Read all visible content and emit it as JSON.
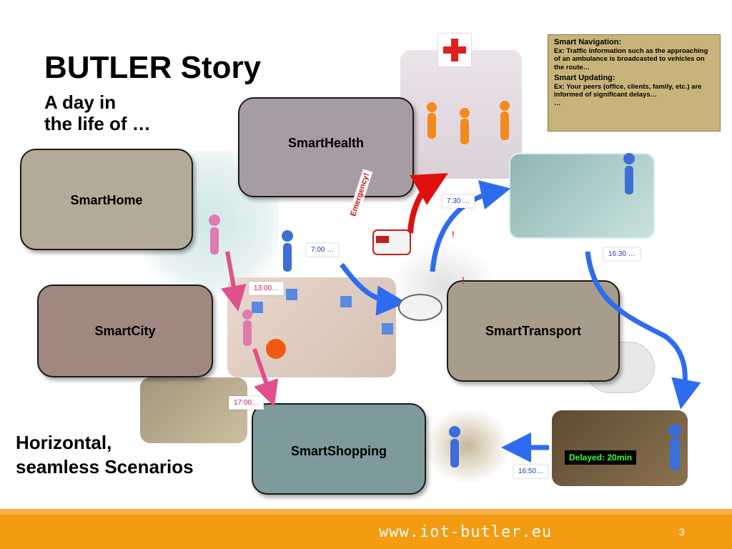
{
  "slide": {
    "title": "BUTLER Story",
    "subtitle_line1": "A day in",
    "subtitle_line2": "the life of …",
    "scenarios_line1": "Horizontal,",
    "scenarios_line2": "seamless Scenarios",
    "page_number": "3",
    "url": "www.iot-butler.eu"
  },
  "domains": {
    "health": "SmartHealth",
    "home": "SmartHome",
    "city": "SmartCity",
    "transport": "SmartTransport",
    "shopping": "SmartShopping"
  },
  "times": {
    "t0700": "7:00 …",
    "t0730": "7:30 …",
    "t1300": "13:00…",
    "t1630": "16:30 …",
    "t1650": "16:50…",
    "t1700": "17:00…"
  },
  "labels": {
    "emergency": "Emergency!",
    "delayed": "Delayed: 20min",
    "exclaim": "!"
  },
  "info": {
    "nav_title": "Smart Navigation:",
    "nav_text": "Ex: Traffic information such as the approaching of an ambulance is broadcasted to vehicles on the route…",
    "upd_title": "Smart Updating:",
    "upd_text": "Ex: Your peers (office, clients, family, etc.) are informed of significant delays…",
    "ellipsis": "…"
  },
  "colors": {
    "footer": "#f39c12",
    "arrow_blue": "#2d6cf0",
    "arrow_pink": "#e0508a",
    "arrow_red": "#e01010",
    "box_health": "#a89ca4",
    "box_home": "#b4aa98",
    "box_city": "#a08880",
    "box_transport": "#a89c8c",
    "box_shopping": "#7e9a9c",
    "info_bg": "#c8b47a"
  }
}
